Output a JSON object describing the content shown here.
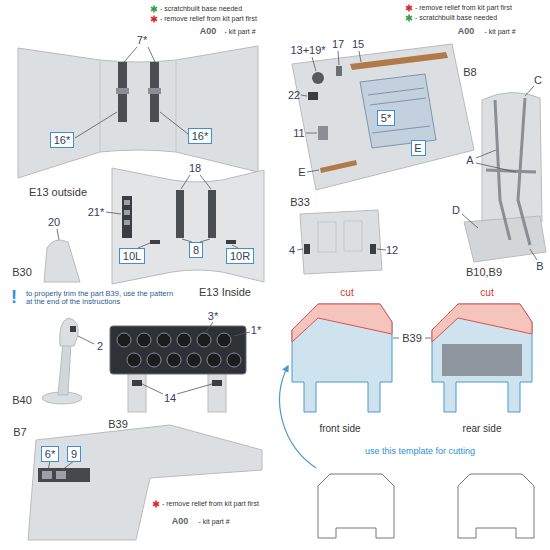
{
  "diagram": {
    "nodes": [
      {
        "text": [
          "16*"
        ]
      },
      {
        "text": [
          "16*"
        ]
      },
      {
        "text": [
          "10L"
        ]
      },
      {
        "text": [
          "8"
        ]
      },
      {
        "text": [
          "10R"
        ]
      },
      {
        "text": [
          "5*"
        ]
      },
      {
        "text": [
          "E"
        ]
      },
      {
        "text": [
          "6*"
        ]
      },
      {
        "text": [
          "9"
        ]
      }
    ],
    "labels": [
      "7*",
      "E13 outside",
      "18",
      "E13 Inside",
      "21*",
      "20",
      "B30",
      "A00",
      "- kit part #",
      "B8",
      "13+19*",
      "17",
      "15",
      "22",
      "11",
      "E",
      "B33",
      "4",
      "12",
      "C",
      "A",
      "D",
      "B",
      "B10,B9",
      "A00",
      "- kit part #",
      "!",
      "to properly trim the part B39, use the pattern at the end of the instructions",
      "2",
      "3*",
      "1*",
      "14",
      "B40",
      "B39",
      "B7",
      "A00",
      "- kit part #",
      "cut",
      "cut",
      "B39",
      "front side",
      "rear side",
      "use this template for cutting"
    ],
    "legend": [
      {
        "text": "- scratchbuilt base needed",
        "color": "#2e9e45"
      },
      {
        "text": "- remove relief from kit part first",
        "color": "#d9262c"
      },
      {
        "text": "- remove relief from kit part first",
        "color": "#d9262c"
      },
      {
        "text": "- scratchbuilt base needed",
        "color": "#2e9e45"
      },
      {
        "text": "- remove relief from kit part first",
        "color": "#d9262c"
      }
    ]
  }
}
